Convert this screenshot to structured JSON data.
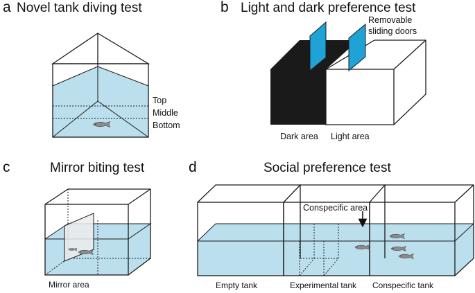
{
  "colors": {
    "water": "#bcdfee",
    "dark_area": "#1a1a1a",
    "sliding_door": "#1fa3d6",
    "fish": "#8c8c8c",
    "mirror": "#ececec"
  },
  "panel_a": {
    "letter": "a",
    "title": "Novel tank diving  test",
    "zones": [
      "Top",
      "Middle",
      "Bottom"
    ]
  },
  "panel_b": {
    "letter": "b",
    "title": "Light and dark preference test",
    "doors_label_line1": "Removable",
    "doors_label_line2": "sliding doors",
    "dark_label": "Dark area",
    "light_label": "Light area"
  },
  "panel_c": {
    "letter": "c",
    "title": "Mirror biting test",
    "mirror_label": "Mirror area"
  },
  "panel_d": {
    "letter": "d",
    "title": "Social preference test",
    "conspecific_area_label": "Conspecific area",
    "tank_labels": [
      "Empty tank",
      "Experimental tank",
      "Conspecific tank"
    ]
  }
}
